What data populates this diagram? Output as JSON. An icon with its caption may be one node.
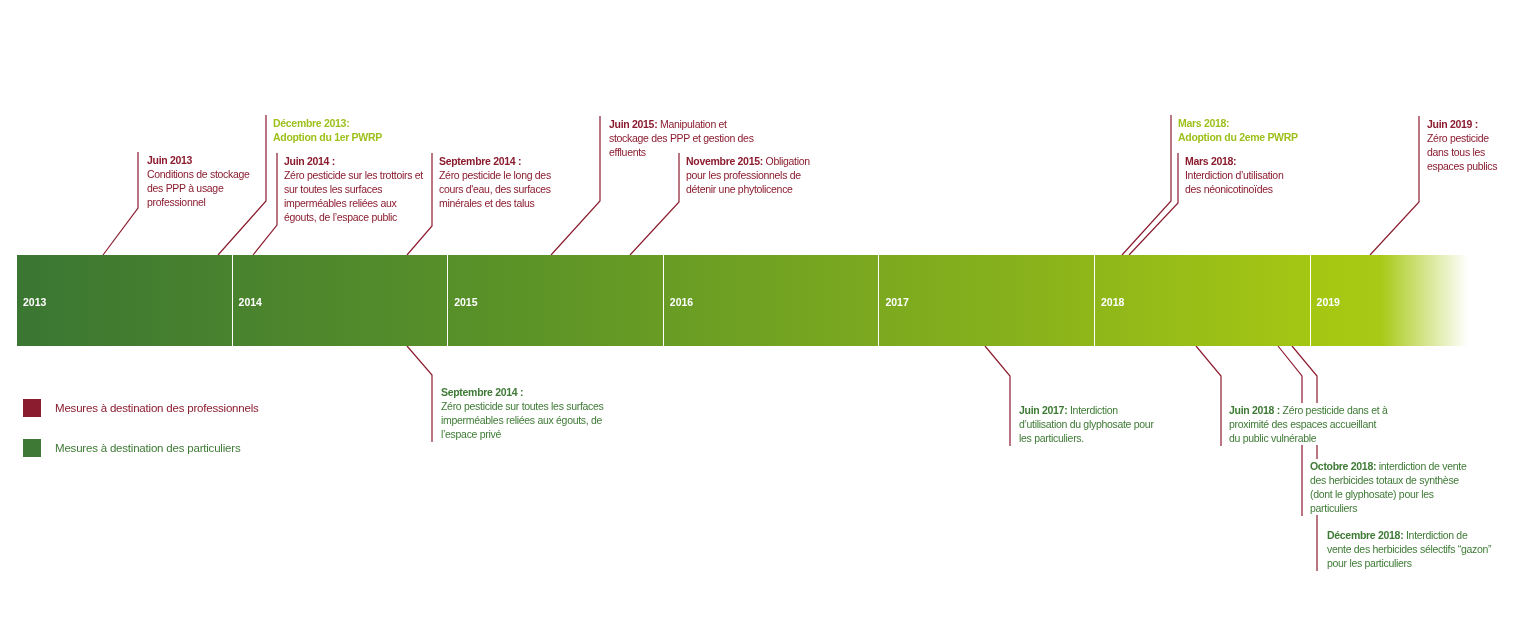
{
  "diagram": {
    "nodes": [
      {
        "text": [
          "Juin 2013",
          "Conditions de stockage des PPP à usage professionnel"
        ]
      },
      {
        "text": [
          "Décembre 2013:",
          "Adoption du 1er PWRP"
        ]
      },
      {
        "text": [
          "Juin 2014 :",
          "Zéro pesticide sur les trottoirs et sur toutes les surfaces imperméables reliées aux égouts, de l’espace public"
        ]
      },
      {
        "text": [
          "Septembre 2014 :",
          "Zéro pesticide le long des cours d'eau, des surfaces minérales et des talus"
        ]
      },
      {
        "text": [
          "**Juin 2015:** Manipulation et stockage des PPP et gestion des effluents"
        ]
      },
      {
        "text": [
          "**Novembre 2015:** Obligation pour les professionnels de détenir une phytolicence"
        ]
      },
      {
        "text": [
          "Mars 2018:",
          "Adoption du 2eme PWRP"
        ]
      },
      {
        "text": [
          "Mars 2018:",
          "Interdiction d’utilisation des néonicotinoïdes"
        ]
      },
      {
        "text": [
          "Juin 2019 :",
          "Zéro pesticide dans tous les espaces publics"
        ]
      },
      {
        "text": [
          "2013"
        ]
      },
      {
        "text": [
          "2014"
        ]
      },
      {
        "text": [
          "2015"
        ]
      },
      {
        "text": [
          "2016"
        ]
      },
      {
        "text": [
          "2017"
        ]
      },
      {
        "text": [
          "2018"
        ]
      },
      {
        "text": [
          "2019"
        ]
      },
      {
        "text": [
          "Septembre 2014 :",
          "Zéro pesticide sur toutes les surfaces imperméables reliées aux égouts, de l’espace privé"
        ]
      },
      {
        "text": [
          "**Juin 2017:** Interdiction d’utilisation du glyphosate pour les particuliers."
        ]
      },
      {
        "text": [
          "**Juin 2018 :** Zéro pesticide dans et à proximité des espaces accueillant du public vulnérable"
        ]
      },
      {
        "text": [
          "**Octobre 2018:** interdiction de vente des herbicides totaux de synthèse (dont le glyphosate) pour les particuliers"
        ]
      },
      {
        "text": [
          "**Décembre 2018:** Interdiction de vente des herbicides sélectifs “gazon” pour les particuliers"
        ]
      }
    ],
    "edges": [
      {
        "from": 0,
        "to": 9,
        "arrow": "none"
      },
      {
        "from": 1,
        "to": 9,
        "arrow": "none"
      },
      {
        "from": 2,
        "to": 10,
        "arrow": "none"
      },
      {
        "from": 3,
        "to": 10,
        "arrow": "none"
      },
      {
        "from": 4,
        "to": 11,
        "arrow": "none"
      },
      {
        "from": 5,
        "to": 11,
        "arrow": "none"
      },
      {
        "from": 6,
        "to": 14,
        "arrow": "none"
      },
      {
        "from": 7,
        "to": 14,
        "arrow": "none"
      },
      {
        "from": 8,
        "to": 15,
        "arrow": "none"
      },
      {
        "from": 16,
        "to": 10,
        "arrow": "none"
      },
      {
        "from": 17,
        "to": 13,
        "arrow": "none"
      },
      {
        "from": 18,
        "to": 14,
        "arrow": "none"
      },
      {
        "from": 19,
        "to": 14,
        "arrow": "none"
      },
      {
        "from": 20,
        "to": 14,
        "arrow": "none"
      }
    ],
    "legend": [
      {
        "text": "Mesures à destination des professionnels",
        "color": "#8b1c2f"
      },
      {
        "text": "Mesures à destination des particuliers",
        "color": "#3e7a35"
      }
    ]
  }
}
